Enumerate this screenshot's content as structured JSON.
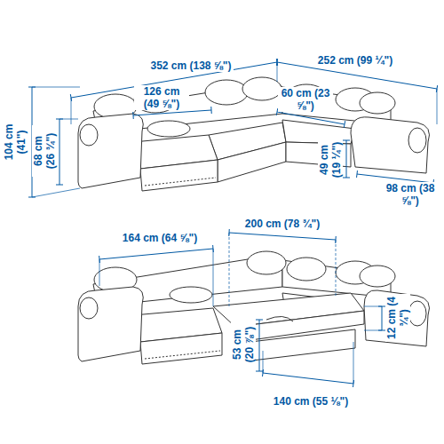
{
  "diagram": {
    "labels": [
      "352 cm (138 ⅝\")",
      "252 cm (99 ¼\")",
      "126 cm (49 ⅝\")",
      "60 cm (23 ⅝\")",
      "104 cm (41\")",
      "68 cm (26 ¾\")",
      "49 cm (19 ¼\")",
      "98 cm (38 ⅝\")",
      "164 cm (64 ⅝\")",
      "200 cm (78 ¾\")",
      "53 cm (20 ⅞\")",
      "12 cm (4 ¾\")",
      "140 cm (55 ⅛\")"
    ]
  }
}
